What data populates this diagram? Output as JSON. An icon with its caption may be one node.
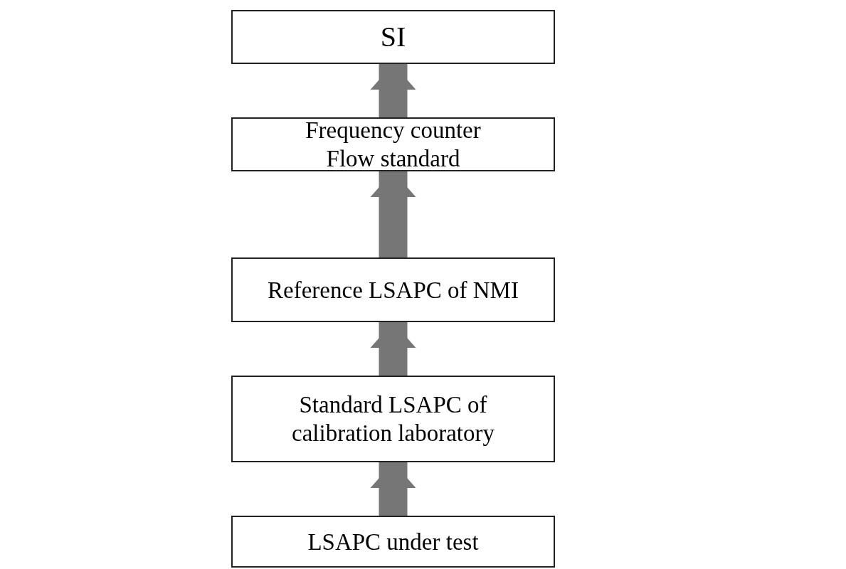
{
  "diagram": {
    "nodes": [
      {
        "text": [
          "SI"
        ]
      },
      {
        "text": [
          "Frequency counter",
          "Flow standard"
        ]
      },
      {
        "text": [
          "Reference LSAPC of NMI"
        ]
      },
      {
        "text": [
          "Standard LSAPC of calibration laboratory"
        ]
      },
      {
        "text": [
          "LSAPC under test"
        ]
      }
    ],
    "edges": [
      {
        "from": 4,
        "to": 3,
        "arrow": "to"
      },
      {
        "from": 3,
        "to": 2,
        "arrow": "to"
      },
      {
        "from": 2,
        "to": 1,
        "arrow": "to"
      },
      {
        "from": 1,
        "to": 0,
        "arrow": "to"
      }
    ]
  }
}
